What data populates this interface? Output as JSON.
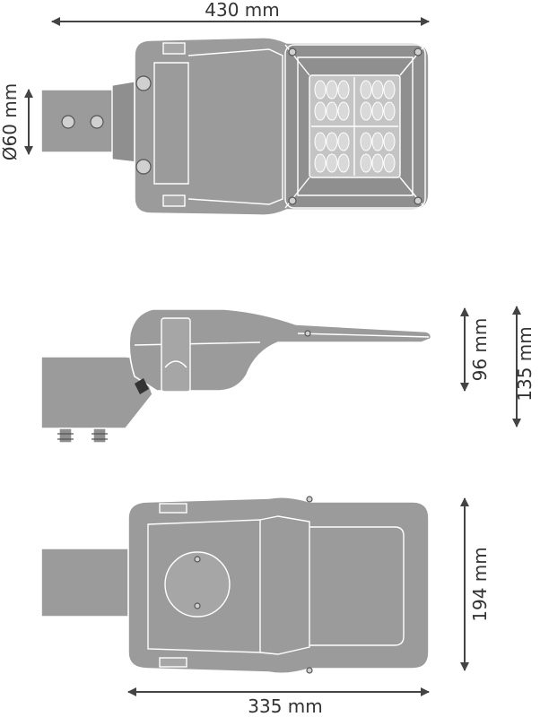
{
  "dimensions": {
    "width_top": "430 mm",
    "pole_diameter": "Ø60 mm",
    "height_head": "96 mm",
    "height_total": "135 mm",
    "depth_bottom": "194 mm",
    "width_bottom": "335 mm"
  },
  "colors": {
    "housing": "#9b9b9b",
    "outline": "#ffffff",
    "dimension": "#444444",
    "text": "#333333"
  }
}
